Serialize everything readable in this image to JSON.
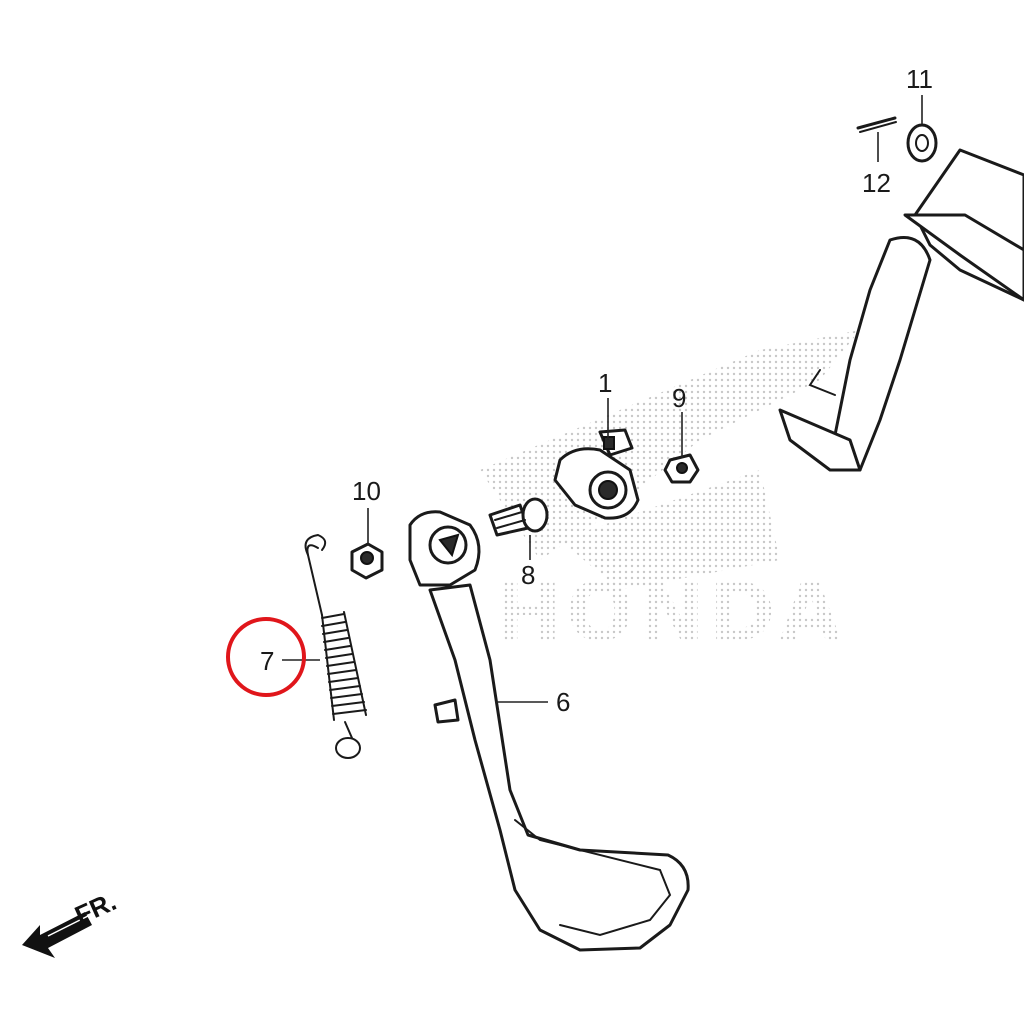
{
  "diagram": {
    "watermark": "HONDA",
    "direction_label": "FR.",
    "highlight_color": "#e0161b",
    "callouts": [
      {
        "id": "1",
        "label": "1"
      },
      {
        "id": "6",
        "label": "6"
      },
      {
        "id": "7",
        "label": "7"
      },
      {
        "id": "8",
        "label": "8"
      },
      {
        "id": "9",
        "label": "9"
      },
      {
        "id": "10",
        "label": "10"
      },
      {
        "id": "11",
        "label": "11"
      },
      {
        "id": "12",
        "label": "12"
      }
    ],
    "highlighted_callout": "7"
  }
}
